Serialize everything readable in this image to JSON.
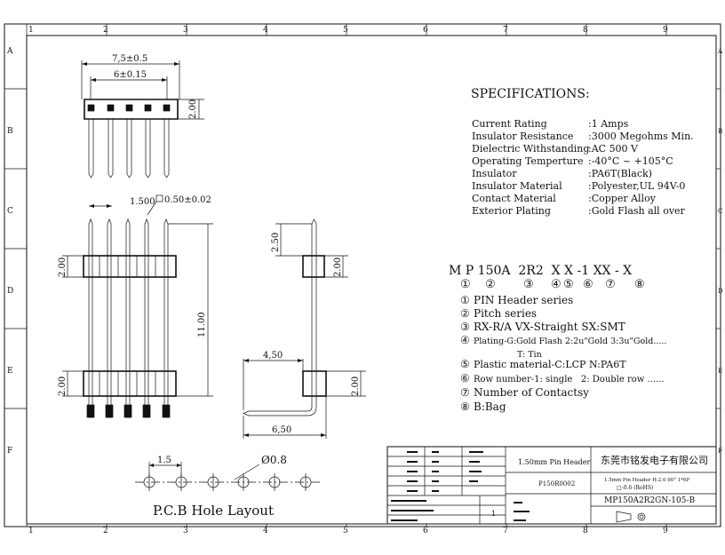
{
  "frame": {
    "top_numbers": [
      "1",
      "2",
      "3",
      "4",
      "5",
      "6",
      "7",
      "8",
      "9"
    ],
    "bottom_numbers": [
      "1",
      "2",
      "3",
      "4",
      "5",
      "6",
      "7",
      "8",
      "9"
    ],
    "side_letters": [
      "A",
      "B",
      "C",
      "D",
      "E",
      "F"
    ]
  },
  "specs": {
    "title": "SPECIFICATIONS:",
    "rows": [
      {
        "label": "Current Rating",
        "value": ":1 Amps"
      },
      {
        "label": "Insulator Resistance",
        "value": ":3000 Megohms Min."
      },
      {
        "label": "Dielectric Withstanding",
        "value": ":AC 500 V"
      },
      {
        "label": "Operating Temperture",
        "value": ":-40°C ~ +105°C"
      },
      {
        "label": "Insulator",
        "value": ":PA6T(Black)"
      },
      {
        "label": "Insulator Material",
        "value": ":Polyester,UL 94V-0"
      },
      {
        "label": "Contact Material",
        "value": ":Copper Alloy"
      },
      {
        "label": "Exterior Plating",
        "value": ":Gold Flash all over"
      }
    ]
  },
  "part_code": {
    "code": "M P 150A  2R2  X X -1 XX - X",
    "markers": [
      "①",
      "②",
      "③",
      "④",
      "⑤",
      "⑥",
      "⑦",
      "⑧"
    ],
    "legend": [
      {
        "num": "①",
        "text": "PIN Header series"
      },
      {
        "num": "②",
        "text": "Pitch series"
      },
      {
        "num": "③",
        "text": "RX-R/A VX-Straight SX:SMT"
      },
      {
        "num": "④",
        "text": "Plating-G:Gold Flash 2:2u\"Gold 3:3u\"Gold....."
      },
      {
        "num": "",
        "text": "T: Tin"
      },
      {
        "num": "⑤",
        "text": "Plastic material-C:LCP  N:PA6T"
      },
      {
        "num": "⑥",
        "text": "Row number-1: single   2: Double row ......"
      },
      {
        "num": "⑦",
        "text": "Number of Contactsy"
      },
      {
        "num": "⑧",
        "text": "B:Bag"
      }
    ]
  },
  "dims": {
    "top_w1": "7,5±0.5",
    "top_w2": "6±0.15",
    "top_h": "2.00",
    "front_pitch": "1.500",
    "front_pin": "0.50±0.02",
    "front_h_top": "2.00",
    "front_h_total": "11.00",
    "front_h_bottom": "2.00",
    "side_pin_top": "2.50",
    "side_body_top": "2.00",
    "side_bend": "4,50",
    "side_body_bottom": "2.00",
    "side_total": "6,50"
  },
  "pcb": {
    "pitch": "1.5",
    "hole": "Ø0.8",
    "caption": "P.C.B Hole Layout",
    "hole_count": 6
  },
  "title_block": {
    "product": "1.50mm Pin Header",
    "company": "东莞市铭发电子有限公司",
    "desc1": "1.5mm Pin Header H:2.0 90° 1*6P",
    "desc2": "□-0.6 (RoHS)",
    "drawing_no": "P150R0002",
    "part_no": "MP150A2R2GN-105-B",
    "sheet": "1"
  }
}
